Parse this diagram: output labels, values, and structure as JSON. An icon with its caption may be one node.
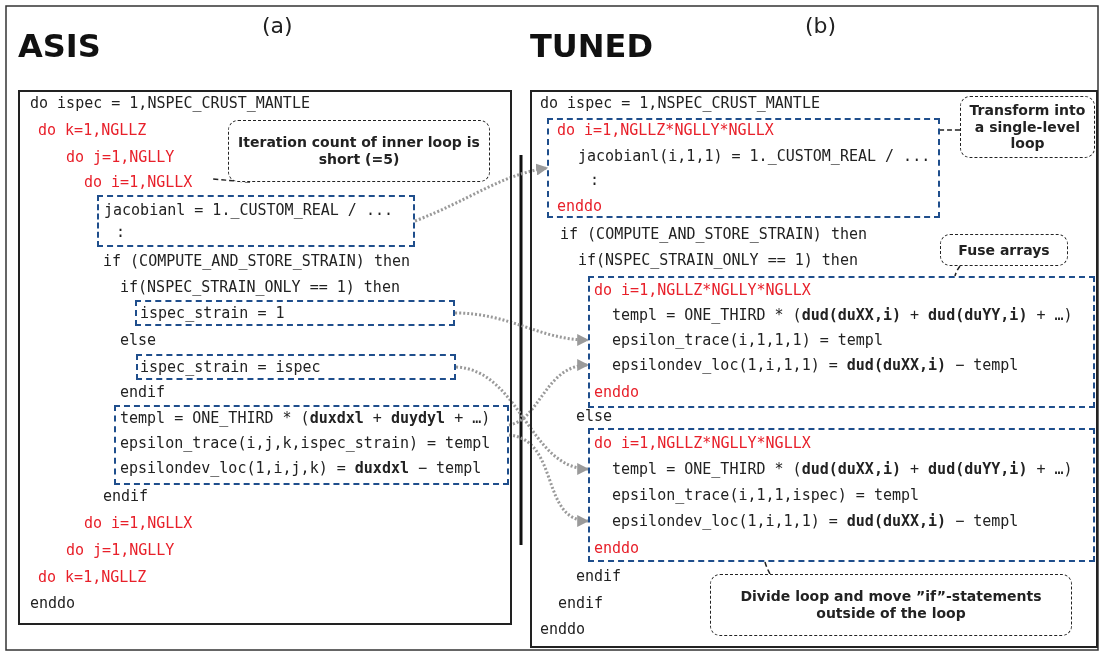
{
  "diagram": {
    "nodes": [
      {
        "text": [
          "ASIS",
          "do ispec = 1,NSPEC_CRUST_MANTLE",
          "do k=1,NGLLZ",
          "do j=1,NGLLY",
          "do i=1,NGLLX",
          "if (COMPUTE_AND_STORE_STRAIN) then",
          "if(NSPEC_STRAIN_ONLY == 1) then",
          "else",
          "endif",
          "endif",
          "do i=1,NGLLX",
          "do j=1,NGLLY",
          "do k=1,NGLLZ",
          "enddo"
        ],
        "beside": [
          "(a)"
        ]
      },
      {
        "text": [
          "Iteration count of inner loop is short (=5)"
        ],
        "in": 0
      },
      {
        "text": [
          "jacobianl = 1._CUSTOM_REAL / ...",
          ":"
        ],
        "in": 0
      },
      {
        "text": [
          "ispec_strain = 1"
        ],
        "in": 0
      },
      {
        "text": [
          "ispec_strain = ispec"
        ],
        "in": 0
      },
      {
        "text": [
          "templ = ONE_THIRD * (**duxdxl** + **duydyl** + …)",
          "epsilon_trace(i,j,k,ispec_strain) = templ",
          "epsilondev_loc(1,i,j,k) = **duxdxl** − templ"
        ],
        "in": 0
      },
      {
        "text": [
          "TUNED",
          "do ispec = 1,NSPEC_CRUST_MANTLE",
          "if (COMPUTE_AND_STORE_STRAIN) then",
          "if(NSPEC_STRAIN_ONLY == 1) then",
          "else",
          "endif",
          "endif",
          "enddo"
        ],
        "beside": [
          "(b)"
        ]
      },
      {
        "text": [
          "Transform into a single-level loop"
        ],
        "in": 6
      },
      {
        "text": [
          "do i=1,NGLLZ*NGLLY*NGLLX",
          "jacobianl(i,1,1) = 1._CUSTOM_REAL / ...",
          ":",
          "enddo"
        ],
        "in": 6
      },
      {
        "text": [
          "Fuse arrays"
        ],
        "in": 6
      },
      {
        "text": [
          "do i=1,NGLLZ*NGLLY*NGLLX",
          "templ = ONE_THIRD * (**dud(duXX,i)** + **dud(duYY,i)** + …)",
          "epsilon_trace(i,1,1,1) = templ",
          "epsilondev_loc(1,i,1,1) = **dud(duXX,i)** − templ",
          "enddo"
        ],
        "in": 6
      },
      {
        "text": [
          "do i=1,NGLLZ*NGLLY*NGLLX",
          "templ = ONE_THIRD * (**dud(duXX,i)** + **dud(duYY,i)** + …)",
          "epsilon_trace(i,1,1,ispec) = templ",
          "epsilondev_loc(1,i,1,1) = **dud(duXX,i)** − templ",
          "enddo"
        ],
        "in": 6
      },
      {
        "text": [
          "Divide loop and move ”if”-statements outside of the loop"
        ],
        "in": 6
      }
    ],
    "edges": [
      {
        "from": 2,
        "to": 8,
        "arrow": "to"
      },
      {
        "from": 3,
        "to": 10,
        "arrow": "to"
      },
      {
        "from": 4,
        "to": 11,
        "arrow": "to"
      },
      {
        "from": 5,
        "to": 10,
        "arrow": "to"
      },
      {
        "from": 5,
        "to": 11,
        "arrow": "to"
      },
      {
        "from": 1,
        "to": null,
        "arrow": "none",
        "style": "dashed",
        "color": "#222222"
      },
      {
        "from": 7,
        "to": 8,
        "arrow": "none",
        "style": "dashed",
        "color": "#222222"
      },
      {
        "from": 9,
        "to": 10,
        "arrow": "none",
        "style": "dashed",
        "color": "#222222"
      },
      {
        "from": 12,
        "to": 11,
        "arrow": "none",
        "style": "dashed",
        "color": "#222222"
      }
    ]
  }
}
